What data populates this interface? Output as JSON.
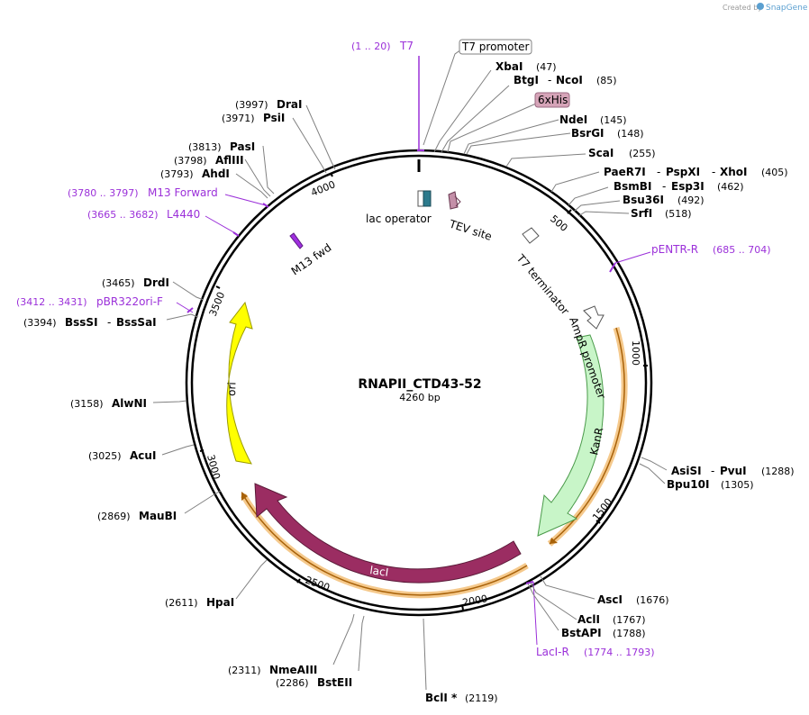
{
  "credit": {
    "prefix": "Created by",
    "brand": "SnapGene",
    "logo_icon": "snapgene-logo-icon"
  },
  "plasmid": {
    "name": "RNAPII_CTD43-52",
    "length_label": "4260 bp"
  },
  "ticks": [
    "500",
    "1000",
    "1500",
    "2000",
    "2500",
    "3000",
    "3500",
    "4000"
  ],
  "enzymes": [
    {
      "name": "XbaI",
      "pos": "(47)"
    },
    {
      "name": "BtgI",
      "name2": "NcoI",
      "pos": "(85)"
    },
    {
      "name": "NdeI",
      "pos": "(145)"
    },
    {
      "name": "BsrGI",
      "pos": "(148)"
    },
    {
      "name": "ScaI",
      "pos": "(255)"
    },
    {
      "name": "PaeR7I",
      "name2": "PspXI",
      "name3": "XhoI",
      "pos": "(405)"
    },
    {
      "name": "BsmBI",
      "name2": "Esp3I",
      "pos": "(462)"
    },
    {
      "name": "Bsu36I",
      "pos": "(492)"
    },
    {
      "name": "SrfI",
      "pos": "(518)"
    },
    {
      "name": "AsiSI",
      "name2": "PvuI",
      "pos": "(1288)"
    },
    {
      "name": "Bpu10I",
      "pos": "(1305)"
    },
    {
      "name": "AscI",
      "pos": "(1676)"
    },
    {
      "name": "AclI",
      "pos": "(1767)"
    },
    {
      "name": "BstAPI",
      "pos": "(1788)"
    },
    {
      "name": "BclI *",
      "pos": "(2119)"
    },
    {
      "name": "BstEII",
      "pos": "(2286)"
    },
    {
      "name": "NmeAIII",
      "pos": "(2311)"
    },
    {
      "name": "HpaI",
      "pos": "(2611)"
    },
    {
      "name": "MauBI",
      "pos": "(2869)"
    },
    {
      "name": "AcuI",
      "pos": "(3025)"
    },
    {
      "name": "AlwNI",
      "pos": "(3158)"
    },
    {
      "name": "BssSI",
      "name2": "BssSaI",
      "pos": "(3394)"
    },
    {
      "name": "DrdI",
      "pos": "(3465)"
    },
    {
      "name": "AhdI",
      "pos": "(3793)"
    },
    {
      "name": "AflIII",
      "pos": "(3798)"
    },
    {
      "name": "PasI",
      "pos": "(3813)"
    },
    {
      "name": "PsiI",
      "pos": "(3971)"
    },
    {
      "name": "DraI",
      "pos": "(3997)"
    }
  ],
  "primers": [
    {
      "name": "T7",
      "range": "(1 .. 20)"
    },
    {
      "name": "pENTR-R",
      "range": "(685 .. 704)"
    },
    {
      "name": "LacI-R",
      "range": "(1774 .. 1793)"
    },
    {
      "name": "pBR322ori-F",
      "range": "(3412 .. 3431)"
    },
    {
      "name": "L4440",
      "range": "(3665 .. 3682)"
    },
    {
      "name": "M13 Forward",
      "range": "(3780 .. 3797)"
    }
  ],
  "features": {
    "t7_promoter": "T7 promoter",
    "his_tag": "6xHis",
    "lac_operator": "lac operator",
    "tev_site": "TEV site",
    "t7_terminator": "T7 terminator",
    "ampr_promoter": "AmpR promoter",
    "kanr": "KanR",
    "laci": "lacI",
    "ori": "ori",
    "m13_fwd": "M13 fwd"
  },
  "colors": {
    "primer": "#9b30d9",
    "leader": "#808080",
    "kanr": "#c8f5c8",
    "laci": "#9b2d62",
    "ori": "#ffff00",
    "orf_highlight": "#f5c98c",
    "orf_line": "#a8620a",
    "lac_operator": "#2c7a8c",
    "tev_site": "#c48fa8",
    "his_tag_fill": "#d6a4b8",
    "m13_fwd": "#a030e0"
  }
}
